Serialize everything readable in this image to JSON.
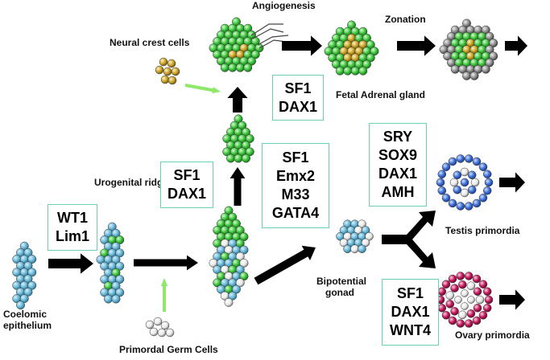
{
  "labels": {
    "angiogenesis": "Angiogenesis",
    "zonation": "Zonation",
    "neural_crest": "Neural crest cells",
    "fetal_adrenal": "Fetal Adrenal gland",
    "urogenital_ridge": "Urogenital ridge",
    "coelomic_line1": "Coelomic",
    "coelomic_line2": "epithelium",
    "bipotential_line1": "Bipotential",
    "bipotential_line2": "gonad",
    "testis": "Testis primordia",
    "ovary": "Ovary primordia",
    "germ_cells": "Primordal Germ Cells"
  },
  "factor_boxes": {
    "wt1_lim1": [
      "WT1",
      "Lim1"
    ],
    "adrenal_sf1_dax1": [
      "SF1",
      "DAX1"
    ],
    "ridge_sf1_dax1": [
      "SF1",
      "DAX1"
    ],
    "gonad_factors": [
      "SF1",
      "Emx2",
      "M33",
      "GATA4"
    ],
    "testis_factors": [
      "SRY",
      "SOX9",
      "DAX1",
      "AMH"
    ],
    "ovary_factors": [
      "SF1",
      "DAX1",
      "WNT4"
    ]
  },
  "colors": {
    "coelomic_cell": "#6ab8d8",
    "somatic_green": "#3cc63c",
    "neural_crest_gold": "#c9a227",
    "germ_cell": "#e8e8e8",
    "grey_cortex": "#8f8f8f",
    "testis_blue": "#3d6fd6",
    "ovary_magenta": "#c2185b",
    "box_border": "#6ccfb5",
    "light_arrow": "#8fe86a",
    "arrow": "#000000"
  }
}
